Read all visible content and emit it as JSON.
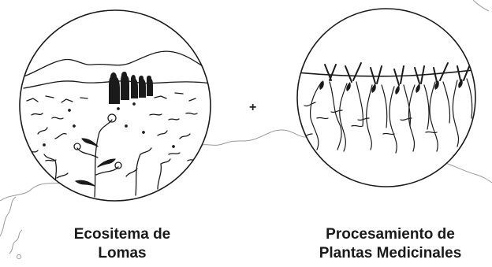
{
  "left_panel": {
    "caption_line1": "Ecositema de",
    "caption_line2": "Lomas",
    "illustration": "lomas-ecosystem-landscape"
  },
  "right_panel": {
    "caption_line1": "Procesamiento de",
    "caption_line2": "Plantas Medicinales",
    "illustration": "medicinal-plants-drying"
  },
  "connector_symbol": "+",
  "colors": {
    "ink": "#1a1a1a",
    "background": "#ffffff",
    "map_outline": "#9a9a9a"
  }
}
